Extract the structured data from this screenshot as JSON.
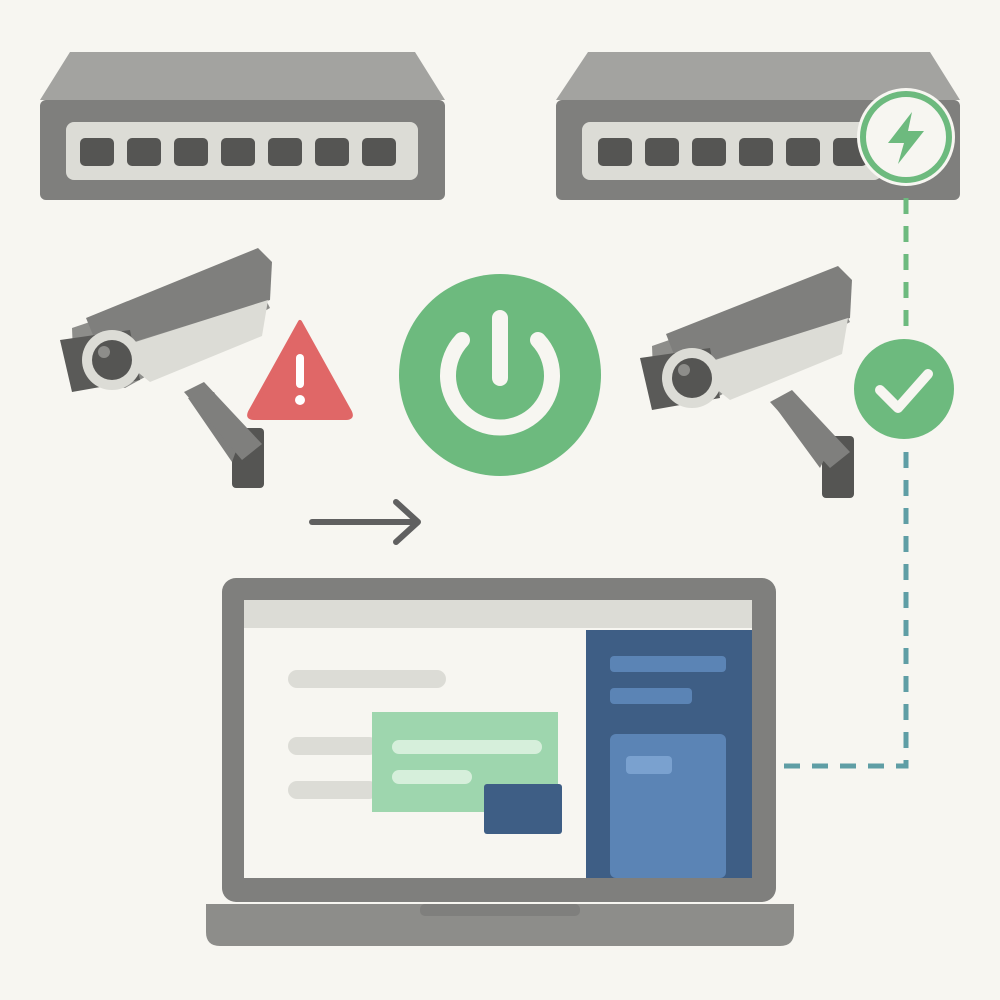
{
  "colors": {
    "background": "#f7f6f1",
    "device_dark": "#7f7f7d",
    "device_mid": "#8d8d8a",
    "device_light": "#dcdcd6",
    "port": "#555553",
    "success_green": "#6dba7e",
    "warning_red": "#e06767",
    "link_teal": "#5f9ea5",
    "panel_navy": "#3e5e85",
    "panel_blue": "#5b84b5",
    "card_green": "#9ed6ae"
  },
  "diagram": {
    "switches": [
      {
        "id": "switch-unpowered",
        "ports": 7,
        "poe_indicator": false
      },
      {
        "id": "switch-poe",
        "ports": 6,
        "poe_indicator": true,
        "indicator_icon": "lightning-bolt-icon"
      }
    ],
    "cameras": [
      {
        "id": "camera-offline",
        "status_icon": "warning-triangle-icon",
        "status_color": "#e06767"
      },
      {
        "id": "camera-online",
        "status_icon": "checkmark-icon",
        "status_color": "#6dba7e"
      }
    ],
    "center_icon": "power-icon",
    "flow_arrow_icon": "arrow-right-icon",
    "monitor": {
      "device_icon": "laptop-icon",
      "screen": "dashboard-with-side-panel"
    },
    "connection_style": "dashed"
  }
}
